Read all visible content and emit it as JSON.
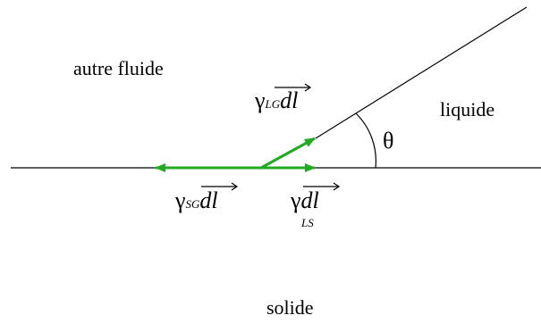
{
  "regions": {
    "other_fluid": "autre fluide",
    "liquid": "liquide",
    "solid": "solide"
  },
  "angle": {
    "symbol": "θ"
  },
  "vectors": {
    "lg": {
      "gamma": "γ",
      "sub": "LG",
      "vec": "dl"
    },
    "sg": {
      "gamma": "γ",
      "sub": "SG",
      "vec": "dl"
    },
    "ls": {
      "gamma": "γ",
      "sub": "LS",
      "vec": "dl"
    }
  },
  "colors": {
    "lines": "#000000",
    "vectors": "#22aa22"
  }
}
